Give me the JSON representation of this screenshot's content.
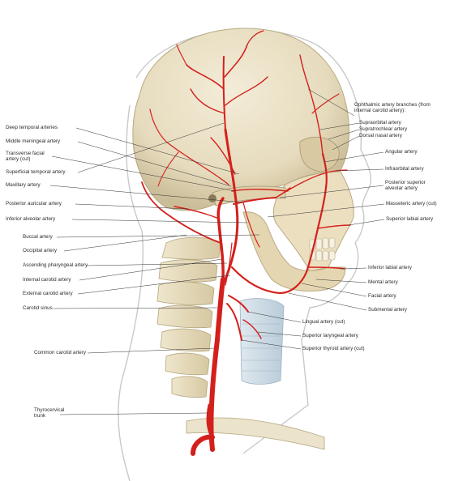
{
  "diagram": {
    "accent_color": "#d4201c",
    "bone_color": "#e9dfc4",
    "left_labels": [
      {
        "id": "deep-temporal",
        "text": "Deep temporal arteries"
      },
      {
        "id": "middle-meningeal",
        "text": "Middle meningeal artery"
      },
      {
        "id": "transverse-facial",
        "text": "Transverse facial artery (cut)"
      },
      {
        "id": "superficial-temporal",
        "text": "Superficial temporal artery"
      },
      {
        "id": "maxillary",
        "text": "Maxillary artery"
      },
      {
        "id": "posterior-auricular",
        "text": "Posterior auricular artery"
      },
      {
        "id": "inferior-alveolar",
        "text": "Inferior alveolar artery"
      },
      {
        "id": "buccal",
        "text": "Buccal artery"
      },
      {
        "id": "occipital",
        "text": "Occipital artery"
      },
      {
        "id": "ascending-pharyngeal",
        "text": "Ascending pharyngeal artery"
      },
      {
        "id": "internal-carotid",
        "text": "Internal carotid artery"
      },
      {
        "id": "external-carotid",
        "text": "External carotid artery"
      },
      {
        "id": "carotid-sinus",
        "text": "Carotid sinus"
      },
      {
        "id": "common-carotid",
        "text": "Common carotid artery"
      },
      {
        "id": "thyrocervical",
        "text": "Thyrocervical trunk"
      }
    ],
    "right_labels": [
      {
        "id": "ophthalmic",
        "text": "Ophthalmic artery branches (from internal carotid artery):"
      },
      {
        "id": "supraorbital",
        "text": "Supraorbital artery"
      },
      {
        "id": "supratrochlear",
        "text": "Supratrochlear artery"
      },
      {
        "id": "dorsal-nasal",
        "text": "Dorsal nasal artery"
      },
      {
        "id": "angular",
        "text": "Angular artery"
      },
      {
        "id": "infraorbital",
        "text": "Infraorbital artery"
      },
      {
        "id": "posterior-superior-alveolar",
        "text": "Posterior superior alveolar artery"
      },
      {
        "id": "masseteric",
        "text": "Masseteric artery (cut)"
      },
      {
        "id": "superior-labial",
        "text": "Superior labial artery"
      },
      {
        "id": "inferior-labial",
        "text": "Inferior labial artery"
      },
      {
        "id": "mental",
        "text": "Mental artery"
      },
      {
        "id": "facial",
        "text": "Facial artery"
      },
      {
        "id": "submental",
        "text": "Submental artery"
      },
      {
        "id": "lingual",
        "text": "Lingual artery (cut)"
      },
      {
        "id": "superior-laryngeal",
        "text": "Superior laryngeal artery"
      },
      {
        "id": "superior-thyroid",
        "text": "Superior thyroid artery (cut)"
      }
    ]
  }
}
